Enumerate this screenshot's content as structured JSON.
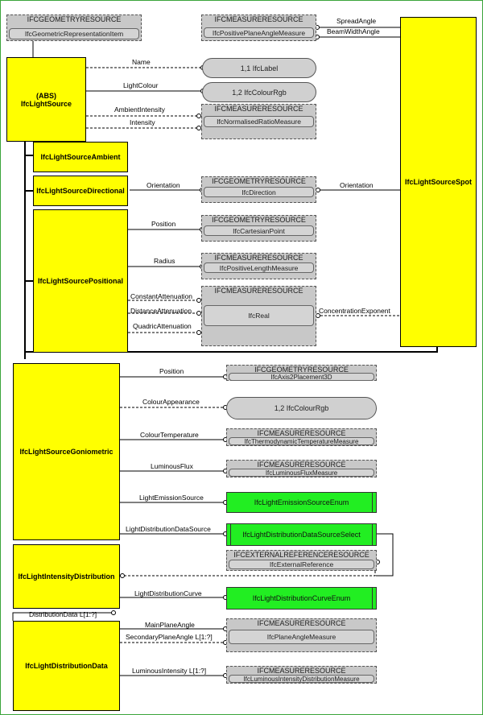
{
  "entities": {
    "light_source": {
      "abs": "(ABS)",
      "name": "IfcLightSource"
    },
    "ambient": "IfcLightSourceAmbient",
    "directional": "IfcLightSourceDirectional",
    "positional": "IfcLightSourcePositional",
    "spot": "IfcLightSourceSpot",
    "goniometric": "IfcLightSourceGoniometric",
    "intensity_distribution": "IfcLightIntensityDistribution",
    "distribution_data": "IfcLightDistributionData"
  },
  "resources": {
    "geom_rep": {
      "schema": "IFCGEOMETRYRESOURCE",
      "type": "IfcGeometricRepresentationItem"
    },
    "plane_angle": {
      "schema": "IFCMEASURERESOURCE",
      "type": "IfcPositivePlaneAngleMeasure"
    },
    "ratio": {
      "schema": "IFCMEASURERESOURCE",
      "type": "IfcNormalisedRatioMeasure"
    },
    "direction": {
      "schema": "IFCGEOMETRYRESOURCE",
      "type": "IfcDirection"
    },
    "cart_point": {
      "schema": "IFCGEOMETRYRESOURCE",
      "type": "IfcCartesianPoint"
    },
    "pos_length": {
      "schema": "IFCMEASURERESOURCE",
      "type": "IfcPositiveLengthMeasure"
    },
    "real": {
      "schema": "IFCMEASURERESOURCE",
      "type": "IfcReal"
    },
    "axis2": {
      "schema": "IFCGEOMETRYRESOURCE",
      "type": "IfcAxis2Placement3D"
    },
    "thermo": {
      "schema": "IFCMEASURERESOURCE",
      "type": "IfcThermodynamicTemperatureMeasure"
    },
    "lum_flux": {
      "schema": "IFCMEASURERESOURCE",
      "type": "IfcLuminousFluxMeasure"
    },
    "ext_ref": {
      "schema": "IFCEXTERNALREFERENCERESOURCE",
      "type": "IfcExternalReference"
    },
    "angle": {
      "schema": "IFCMEASURERESOURCE",
      "type": "IfcPlaneAngleMeasure"
    },
    "lum_int": {
      "schema": "IFCMEASURERESOURCE",
      "type": "IfcLuminousIntensityDistributionMeasure"
    }
  },
  "pills": {
    "label": "1,1 IfcLabel",
    "colour_rgb": "1,2 IfcColourRgb",
    "colour_rgb_2": "1,2 IfcColourRgb"
  },
  "enums": {
    "emission": "IfcLightEmissionSourceEnum",
    "data_source": "IfcLightDistributionDataSourceSelect",
    "curve": "IfcLightDistributionCurveEnum"
  },
  "labels": {
    "spread_angle": "SpreadAngle",
    "beam_width_angle": "BeamWidthAngle",
    "name": "Name",
    "light_colour": "LightColour",
    "ambient_intensity": "AmbientIntensity",
    "intensity": "Intensity",
    "orientation_dir": "Orientation",
    "orientation_spot": "Orientation",
    "position": "Position",
    "radius": "Radius",
    "constant_att": "ConstantAttenuation",
    "distance_att": "DistanceAttenuation",
    "quadric_att": "QuadricAttenuation",
    "concentration": "ConcentrationExponent",
    "gonio_position": "Position",
    "colour_appearance": "ColourAppearance",
    "colour_temperature": "ColourTemperature",
    "luminous_flux": "LuminousFlux",
    "light_emission": "LightEmissionSource",
    "light_dist_source": "LightDistributionDataSource",
    "light_dist_curve": "LightDistributionCurve",
    "distribution_data": "DistributionData L[1:?]",
    "main_plane": "MainPlaneAngle",
    "secondary_plane": "SecondaryPlaneAngle L[1:?]",
    "luminous_intensity": "LuminousIntensity L[1:?]"
  },
  "colors": {
    "entity": "#ffff00",
    "enum": "#22ee22",
    "resource": "#c8c8c8"
  }
}
